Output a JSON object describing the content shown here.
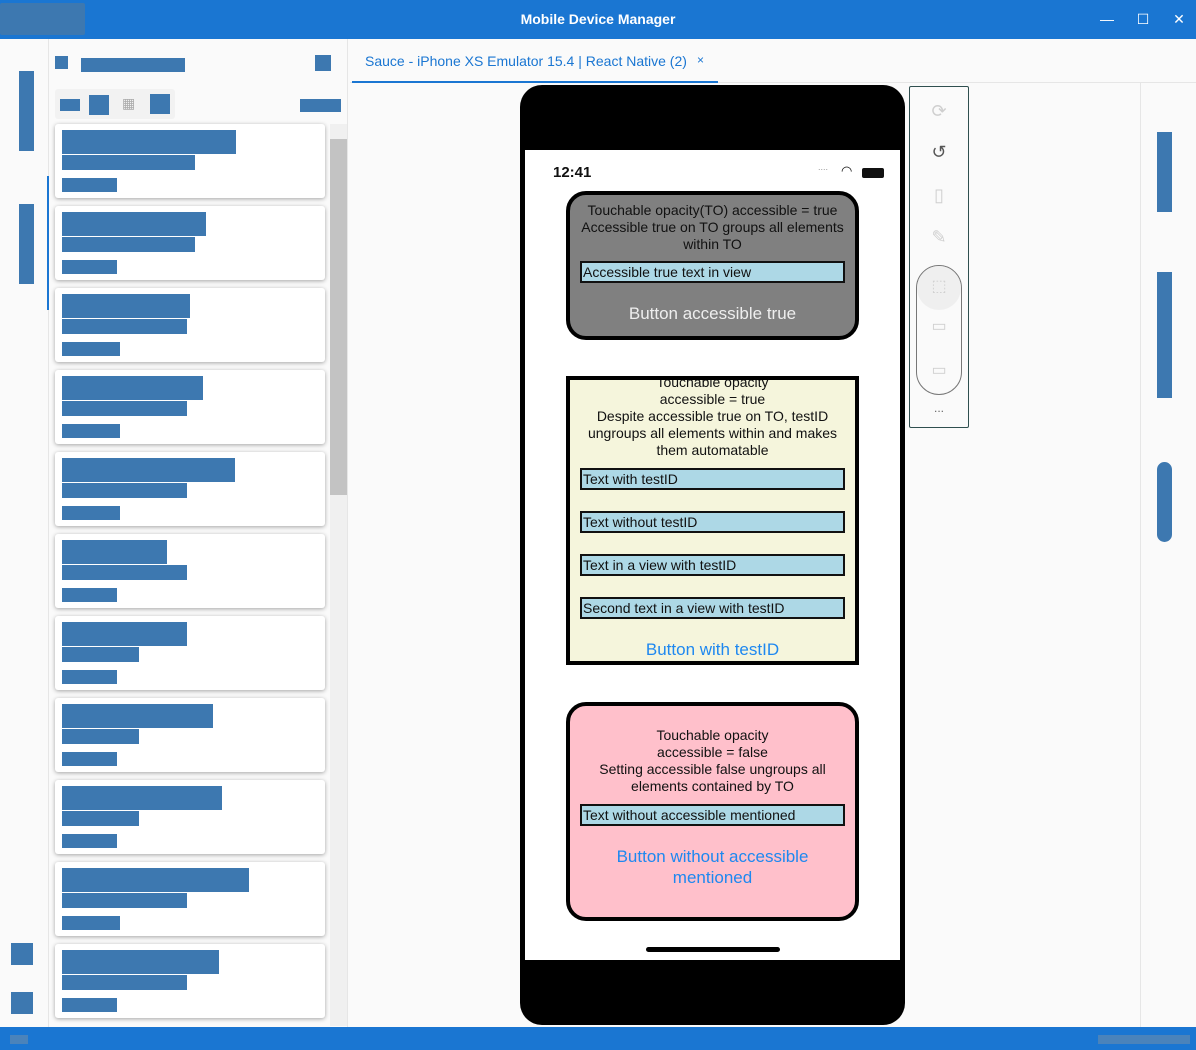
{
  "window": {
    "title": "Mobile Device Manager",
    "minimize": "—",
    "maximize": "☐",
    "close": "✕"
  },
  "tab": {
    "label": "Sauce - iPhone XS Emulator 15.4 | React Native (2)",
    "close": "×"
  },
  "device": {
    "time": "12:41",
    "box1": {
      "lines": [
        "Touchable opacity(TO) accessible = true",
        "Accessible true on TO groups all elements within TO"
      ],
      "field": "Accessible true text in view",
      "button": "Button accessible true",
      "bg": "#808080"
    },
    "box2": {
      "lines": [
        "Touchable opacity",
        "accessible = true",
        "Despite accessible true on TO, testID ungroups all elements within and makes them automatable"
      ],
      "fields": [
        "Text with testID",
        "Text without testID",
        "Text in a view with testID",
        "Second text in a view with testID"
      ],
      "button": "Button with testID",
      "bg": "#f5f5dc"
    },
    "box3": {
      "lines": [
        "Touchable opacity",
        "accessible = false",
        "Setting accessible false ungroups all elements contained by TO"
      ],
      "field": "Text without accessible mentioned",
      "button": "Button without accessible mentioned",
      "bg": "#ffc0cb"
    },
    "link_color": "#1e88f0"
  },
  "toolbar": {
    "icons": [
      "sync-icon",
      "rotate-icon",
      "device-orientation-icon",
      "edit-icon",
      "select-element-icon",
      "fit-screen-icon",
      "add-screenshot-icon",
      "more-icon"
    ],
    "more": "..."
  }
}
